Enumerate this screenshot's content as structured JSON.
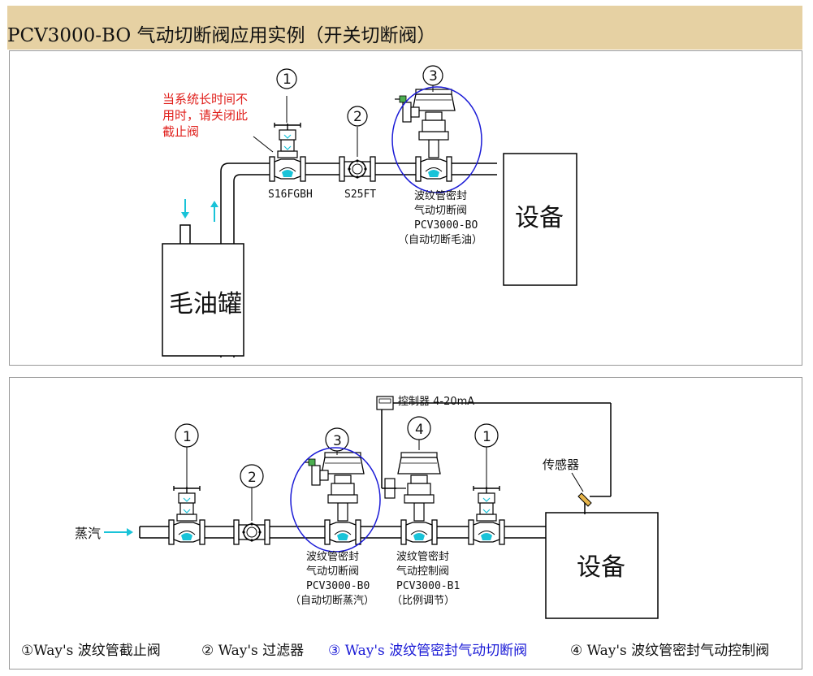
{
  "title": "PCV3000-BO 气动切断阀应用实例（开关切断阀）",
  "top": {
    "note_lines": [
      "当系统长时间不",
      "用时，请关闭此",
      "截止阀"
    ],
    "tank_label": "毛油罐",
    "equipment_label": "设备",
    "valve1_model": "S16FGBH",
    "filter_model": "S25FT",
    "callout_1": "1",
    "callout_2": "2",
    "callout_3": "3",
    "valve3_desc": [
      "波纹管密封",
      "气动切断阀",
      "PCV3000-BO",
      "（自动切断毛油）"
    ]
  },
  "bottom": {
    "steam_label": "蒸汽",
    "controller_label": "控制器 4-20mA",
    "sensor_label": "传感器",
    "equipment_label": "设备",
    "callout_1a": "1",
    "callout_2": "2",
    "callout_3": "3",
    "callout_4": "4",
    "callout_1b": "1",
    "valve3_desc": [
      "波纹管密封",
      "气动切断阀",
      "PCV3000-B0",
      "（自动切断蒸汽）"
    ],
    "valve4_desc": [
      "波纹管密封",
      "气动控制阀",
      "PCV3000-B1",
      "（比例调节）"
    ]
  },
  "legend": {
    "item1": "①Way's 波纹管截止阀",
    "item2": "② Way's 过滤器",
    "item3": "③ Way's 波纹管密封气动切断阀",
    "item4": "④ Way's 波纹管密封气动控制阀"
  },
  "colors": {
    "title_bg": "#e6d1a3",
    "highlight_circle": "#1a1ad6",
    "note_red": "#e0201c",
    "flow_cyan": "#19c3d8",
    "legend_blue": "#1a1ad6"
  }
}
